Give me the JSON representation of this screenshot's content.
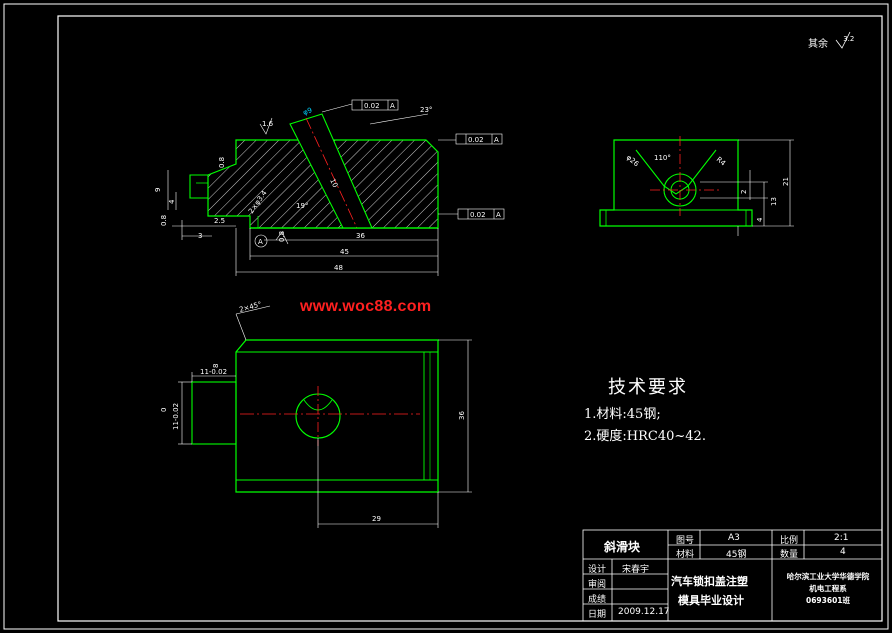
{
  "watermark": "www.woc88.com",
  "roughness_note": {
    "label": "其余",
    "value": "3.2"
  },
  "technical_requirements": {
    "title": "技术要求",
    "items": [
      "1.材料:45钢;",
      "2.硬度:HRC40~42."
    ]
  },
  "dimensions": {
    "front": {
      "phi9": "φ9",
      "angle_23": "23°",
      "tol_angularity": "0.02",
      "tol_parallel": "0.02",
      "tol_perpendicular": "0.02",
      "datum": "A",
      "ra_1_6": "1.6",
      "ra_0_8_left": "0.8",
      "ra_0_8_bottom": "0.8",
      "ra_0_8_small": "0.8",
      "dim_9": "9",
      "dim_4": "4",
      "dim_2_5": "2.5",
      "dim_3": "3",
      "dim_36": "36",
      "dim_45": "45",
      "dim_48": "48",
      "chamfer": "2×φ3.4",
      "angle_19": "19°",
      "dim_10": "10"
    },
    "side": {
      "phi26": "φ26",
      "angle_110": "110°",
      "r4": "R4",
      "dim_2": "2",
      "dim_13": "13",
      "dim_21": "21",
      "dim_4": "4"
    },
    "top": {
      "chamfer_45": "2×45°",
      "dim_8": "8",
      "tol_top": "11-0.02",
      "dim_0": "0",
      "tol_left": "11-0.02",
      "dim_36": "36",
      "dim_29": "29"
    }
  },
  "title_block": {
    "part_name": "斜滑块",
    "drawing_no_label": "图号",
    "drawing_no_value": "A3",
    "scale_label": "比例",
    "scale_value": "2:1",
    "material_label": "材料",
    "material_value": "45钢",
    "quantity_label": "数量",
    "quantity_value": "4",
    "design_label": "设计",
    "designer": "宋春宇",
    "review_label": "审阅",
    "grade_label": "成绩",
    "date_label": "日期",
    "date_value": "2009.12.17",
    "project_line1": "汽车锁扣盖注塑",
    "project_line2": "模具毕业设计",
    "school_line1": "哈尔滨工业大学华德学院",
    "school_line2": "机电工程系",
    "school_line3": "0693601班"
  }
}
